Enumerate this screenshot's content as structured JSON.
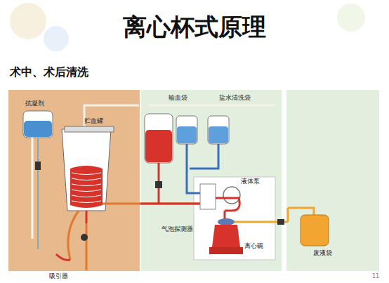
{
  "diagram": {
    "title": "离心杯式原理",
    "labels": [
      "术中、术后清洗",
      "抗凝剂",
      "贮血罐",
      "吸引器",
      "输血袋",
      "盐水清洗袋",
      "液体泵",
      "气泡探测器",
      "离心碗",
      "废液袋",
      "11"
    ]
  }
}
